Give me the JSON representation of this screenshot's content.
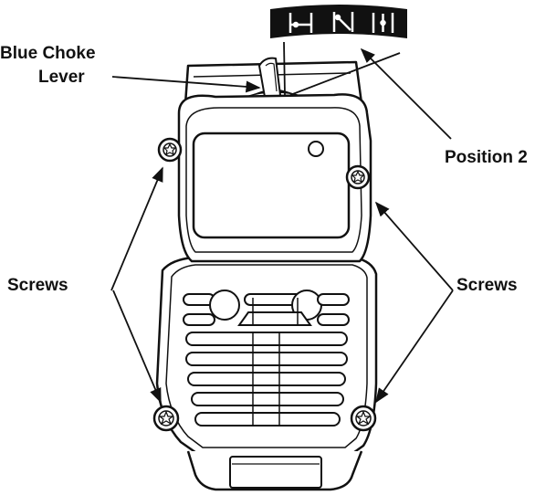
{
  "labels": {
    "choke_line1": "Blue Choke",
    "choke_line2": "Lever",
    "position": "Position 2",
    "screws_left": "Screws",
    "screws_right": "Screws"
  },
  "position_indicator": {
    "symbols": [
      "choke-closed-symbol",
      "choke-middle-symbol",
      "choke-open-symbol"
    ]
  },
  "colors": {
    "ink": "#111111",
    "paper": "#ffffff"
  }
}
